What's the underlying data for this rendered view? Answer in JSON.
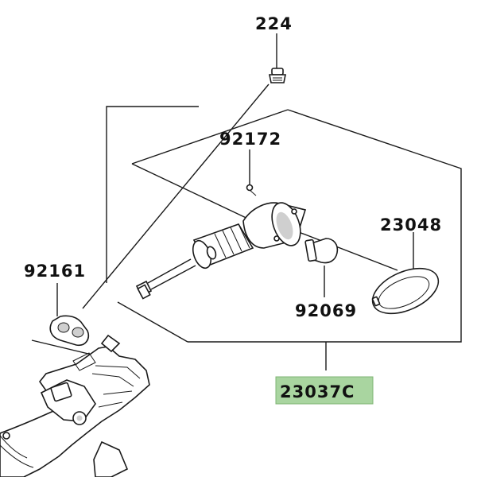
{
  "parts": {
    "screw_top": "224",
    "screw_small": "92172",
    "lens": "23048",
    "grommet": "92161",
    "bulb": "92069",
    "assembly": "23037C"
  },
  "colors": {
    "assembly_highlight": "#a9d5a0",
    "line": "#1a1a1a"
  }
}
